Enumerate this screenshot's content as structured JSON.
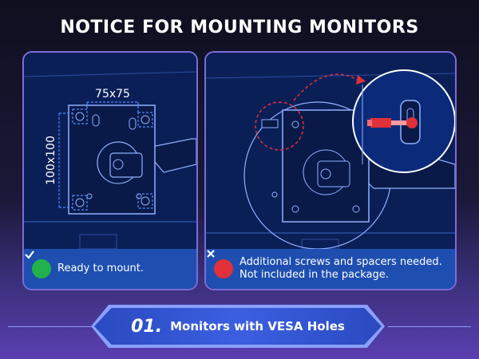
{
  "title": "NOTICE FOR MOUNTING MONITORS",
  "left_panel": {
    "dim_horizontal": "75x75",
    "dim_vertical": "100x100",
    "status_text": "Ready to mount.",
    "status_icon": "check-icon",
    "status_color": "#22b14c"
  },
  "right_panel": {
    "status_line1": "Additional screws and spacers needed.",
    "status_line2": "Not included in the package.",
    "status_icon": "cross-icon",
    "status_color": "#e0303a"
  },
  "footer": {
    "number": "01.",
    "label": "Monitors with VESA Holes"
  },
  "colors": {
    "panel_bg": "#0b1f57",
    "status_bar": "#1e4fb0",
    "accent_blue": "#3b5fe0",
    "dim_line": "#4f8cff",
    "red_dash": "#e0303a"
  }
}
